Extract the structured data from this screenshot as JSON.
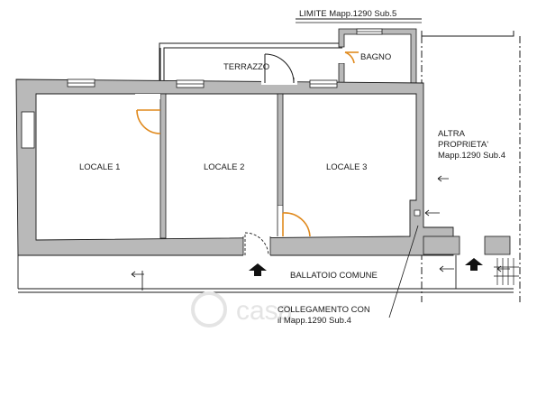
{
  "plan": {
    "limit_label": "LIMITE Mapp.1290 Sub.5",
    "rooms": [
      {
        "id": "locale1",
        "label": "LOCALE 1"
      },
      {
        "id": "locale2",
        "label": "LOCALE 2"
      },
      {
        "id": "locale3",
        "label": "LOCALE 3"
      }
    ],
    "terrace_label": "TERRAZZO",
    "bathroom_label": "BAGNO",
    "other_property": [
      "ALTRA",
      "PROPRIETA'",
      "Mapp.1290 Sub.4"
    ],
    "shared_balcony_label": "BALLATOIO COMUNE",
    "connection_note": [
      "COLLEGAMENTO CON",
      "il Mapp.1290 Sub.4"
    ],
    "watermark": "casa"
  },
  "colors": {
    "wall_fill": "#b9b9b9",
    "line": "#1a1a1a",
    "door_swing": "#e08a1e",
    "watermark": "#e4e4e4"
  }
}
